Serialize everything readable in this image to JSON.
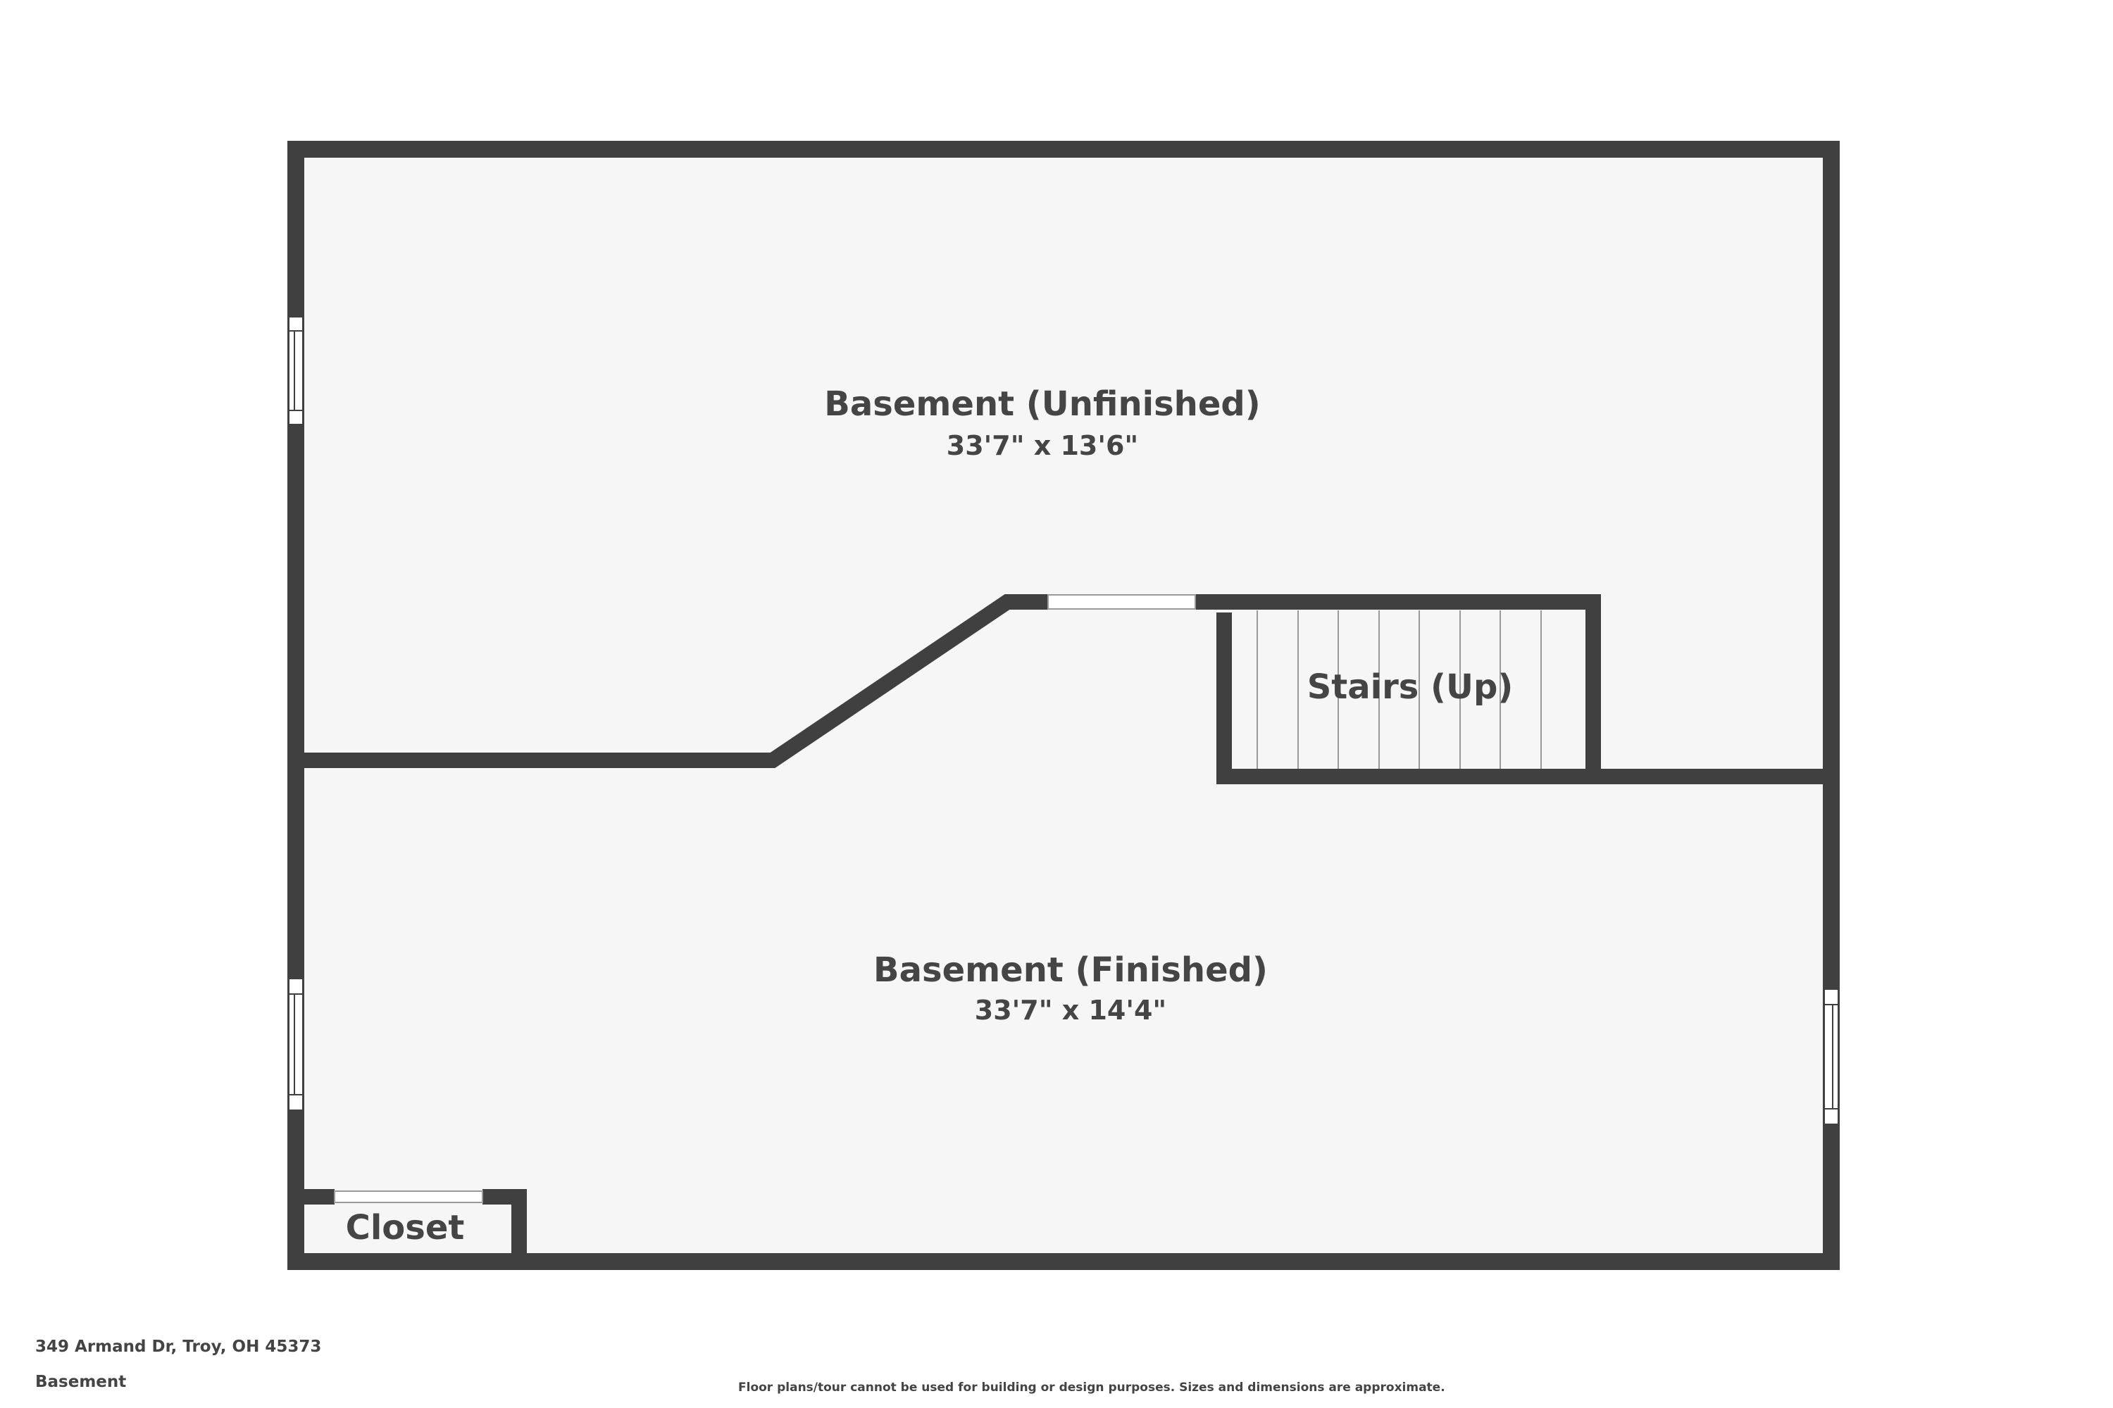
{
  "plan": {
    "colors": {
      "wall": "#404040",
      "floor": "#f6f6f6",
      "text": "#454545",
      "window": "#ffffff"
    },
    "rooms": [
      {
        "id": "basement-unfinished",
        "name": "Basement (Unfinished)",
        "dims": "33'7\" x 13'6\""
      },
      {
        "id": "basement-finished",
        "name": "Basement (Finished)",
        "dims": "33'7\" x 14'4\""
      },
      {
        "id": "stairs",
        "name": "Stairs (Up)"
      },
      {
        "id": "closet",
        "name": "Closet"
      }
    ]
  },
  "footer": {
    "address": "349 Armand Dr, Troy, OH 45373",
    "floor_name": "Basement",
    "disclaimer": "Floor plans/tour cannot be used for building or design purposes. Sizes and dimensions are approximate."
  }
}
